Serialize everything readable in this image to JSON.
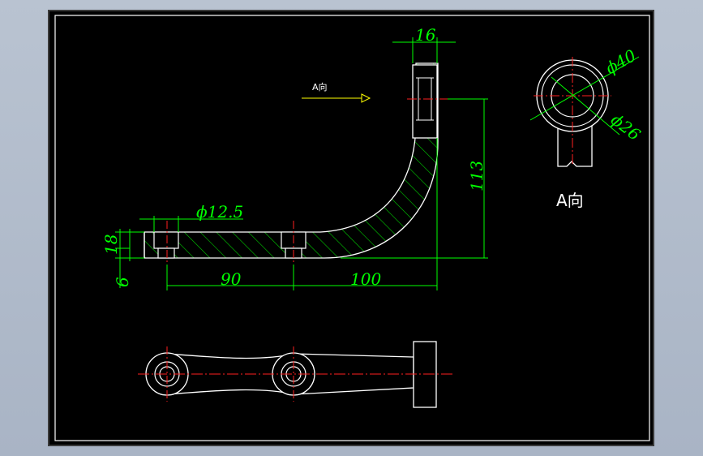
{
  "drawing": {
    "dimensions": {
      "top_width": "16",
      "dia_hole": "ϕ12.5",
      "height_18": "18",
      "height_6": "6",
      "len_90": "90",
      "len_100": "100",
      "height_113": "113",
      "dia_40": "ϕ40",
      "dia_26": "ϕ26"
    },
    "view_labels": {
      "arrow_label": "A向",
      "view_label": "A向"
    }
  },
  "colors": {
    "background": "#000000",
    "outline": "#ffffff",
    "dimension": "#00ff00",
    "centerline": "#ff0000",
    "arrow": "#ffff00",
    "hatch": "#00ff00"
  }
}
